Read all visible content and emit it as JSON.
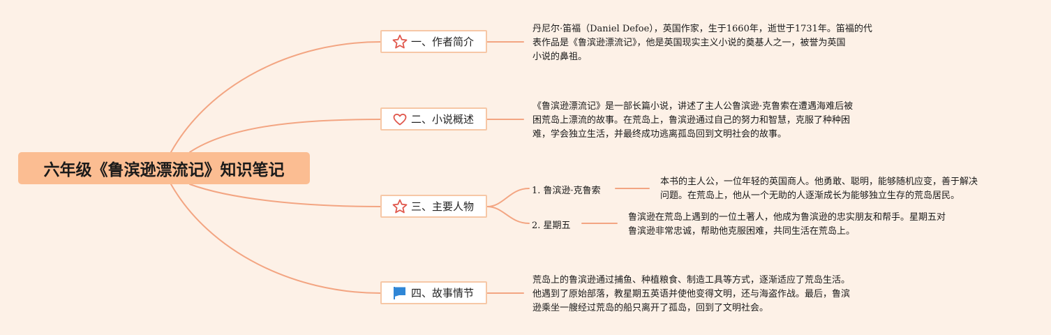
{
  "root": {
    "title": "六年级《鲁滨逊漂流记》知识笔记"
  },
  "topics": [
    {
      "label": "一、作者简介",
      "icon": "star-icon",
      "note": [
        "丹尼尔·笛福（Daniel Defoe），英国作家，生于1660年，逝世于1731年。笛福的代",
        "表作品是《鲁滨逊漂流记》，他是英国现实主义小说的奠基人之一，被誉为英国",
        "小说的鼻祖。"
      ]
    },
    {
      "label": "二、小说概述",
      "icon": "heart-icon",
      "note": [
        "《鲁滨逊漂流记》是一部长篇小说，讲述了主人公鲁滨逊·克鲁索在遭遇海难后被",
        "困荒岛上漂流的故事。在荒岛上，鲁滨逊通过自己的努力和智慧，克服了种种困",
        "难，学会独立生活，并最终成功逃离孤岛回到文明社会的故事。"
      ]
    },
    {
      "label": "三、主要人物",
      "icon": "star-icon",
      "children": [
        {
          "label": "1. 鲁滨逊·克鲁索",
          "note": [
            "本书的主人公，一位年轻的英国商人。他勇敢、聪明，能够随机应变，善于解决",
            "问题。在荒岛上，他从一个无助的人逐渐成长为能够独立生存的荒岛居民。"
          ]
        },
        {
          "label": "2. 星期五",
          "note": [
            "鲁滨逊在荒岛上遇到的一位土著人，他成为鲁滨逊的忠实朋友和帮手。星期五对",
            "鲁滨逊非常忠诚，帮助他克服困难，共同生活在荒岛上。"
          ]
        }
      ]
    },
    {
      "label": "四、故事情节",
      "icon": "flag-icon",
      "note": [
        "荒岛上的鲁滨逊通过捕鱼、种植粮食、制造工具等方式，逐渐适应了荒岛生活。",
        "他遇到了原始部落，教星期五英语并使他变得文明，还与海盗作战。最后，鲁滨",
        "逊乘坐一艘经过荒岛的船只离开了孤岛，回到了文明社会。"
      ]
    }
  ],
  "colors": {
    "background": "#fdf1e7",
    "root_fill": "#fbbd92",
    "branch_line": "#f3a582",
    "topic_border": "#f6c7a6",
    "icon_red": "#e0584d",
    "icon_blue": "#2f86d6"
  }
}
